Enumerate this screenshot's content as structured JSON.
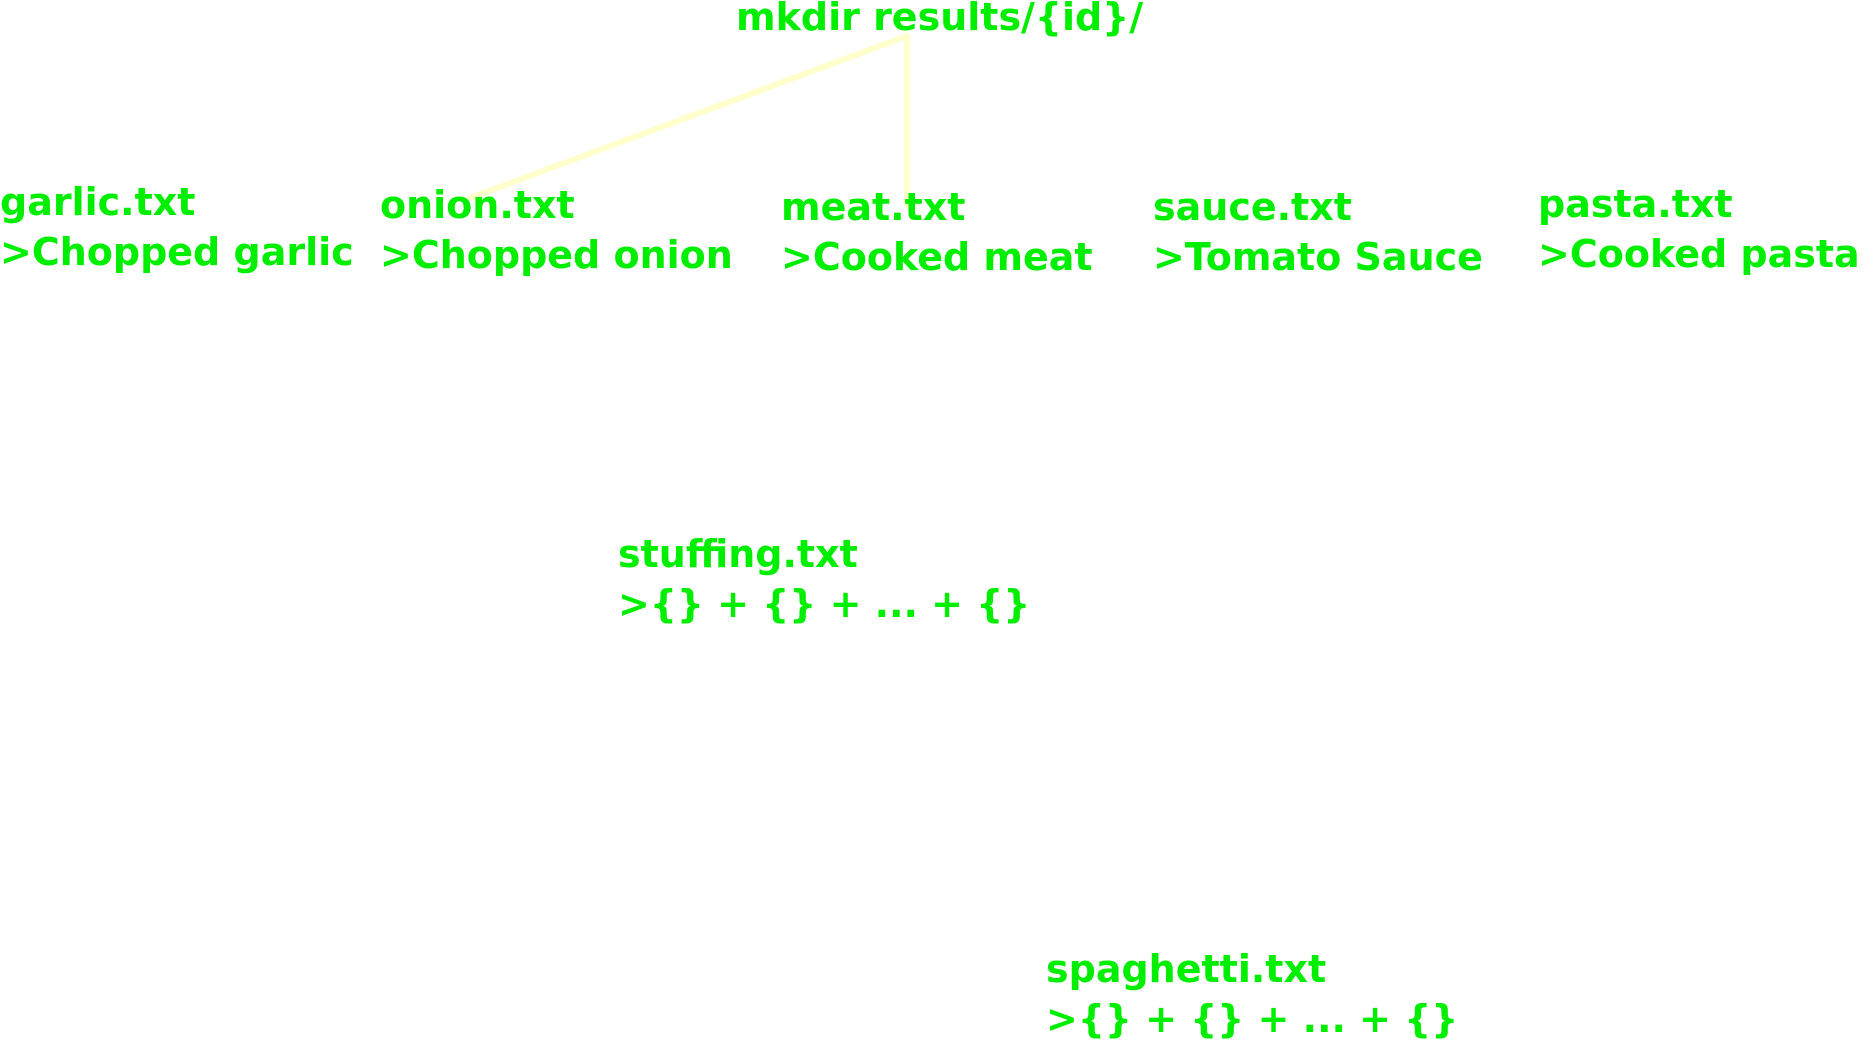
{
  "colors": {
    "text": "#00ee00",
    "edge": "#ffffcc"
  },
  "nodes": {
    "root": {
      "title": "mkdir results/{id}/"
    },
    "garlic": {
      "title": "garlic.txt",
      "body": ">Chopped garlic"
    },
    "onion": {
      "title": "onion.txt",
      "body": ">Chopped onion"
    },
    "meat": {
      "title": "meat.txt",
      "body": ">Cooked meat"
    },
    "sauce": {
      "title": "sauce.txt",
      "body": ">Tomato Sauce"
    },
    "pasta": {
      "title": "pasta.txt",
      "body": ">Cooked pasta"
    },
    "stuffing": {
      "title": "stuffing.txt",
      "body": ">{} + {} + ... + {}"
    },
    "spaghetti": {
      "title": "spaghetti.txt",
      "body": ">{} + {} + ... + {}"
    }
  },
  "edges": [
    {
      "from": "root",
      "to": "onion"
    },
    {
      "from": "root",
      "to": "meat"
    }
  ]
}
